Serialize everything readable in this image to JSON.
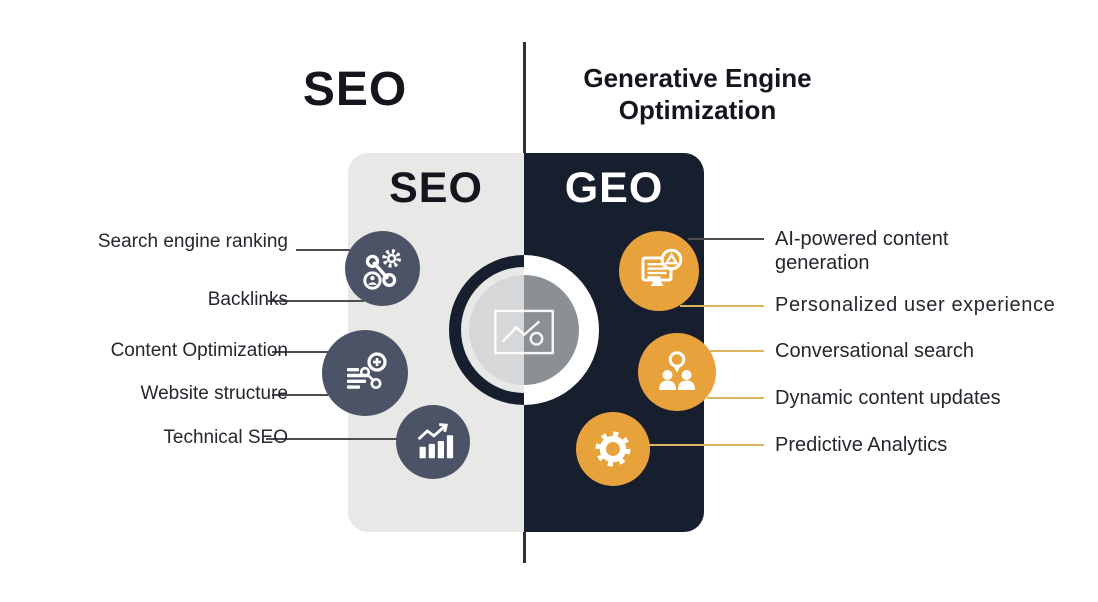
{
  "titles": {
    "left": "SEO",
    "right_line1": "Generative Engine",
    "right_line2": "Optimization"
  },
  "card": {
    "left_heading": "SEO",
    "right_heading": "GEO"
  },
  "left_items": [
    "Search engine ranking",
    "Backlinks",
    "Content Optimization",
    "Website structure",
    "Technical SEO"
  ],
  "right_items": [
    "AI-powered content generation",
    "Personalized user experience",
    "Conversational search",
    "Dynamic content updates",
    "Predictive Analytics"
  ],
  "icons": {
    "left": [
      "seo-ranking-gear-link-icon",
      "content-document-network-icon",
      "growth-bar-chart-icon"
    ],
    "center": "image-chart-placeholder-icon",
    "right": [
      "ai-content-monitor-icon",
      "people-conversation-pin-icon",
      "gear-icon"
    ]
  },
  "colors": {
    "navy": "#171E2E",
    "panel_gray": "#E8E8E6",
    "slate": "#4C5366",
    "orange": "#E8A23B",
    "line_gold": "#DDB35E",
    "line_gray": "#4C4C52",
    "line_dark": "#30303A",
    "ink": "#26262E",
    "ink_dark": "#15151E",
    "ring_inner_left": "#D6D7D8",
    "ring_inner_right": "#8B9095"
  }
}
